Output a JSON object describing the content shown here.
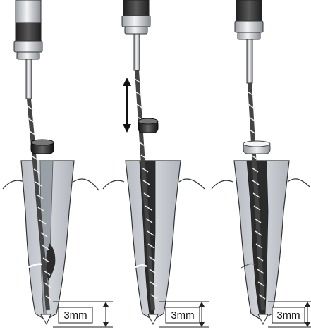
{
  "panels": [
    {
      "id": "left",
      "measurement_label": "3mm"
    },
    {
      "id": "middle",
      "measurement_label": "3mm"
    },
    {
      "id": "right",
      "measurement_label": "3mm"
    }
  ],
  "colors": {
    "tooth_fill": "#c5c9cf",
    "tooth_shade": "#a9aeb5",
    "canal_dark": "#2b2b2b",
    "handpiece_dark": "#3a3a3a",
    "handpiece_metal": "#d8dadd",
    "outline": "#222222"
  }
}
